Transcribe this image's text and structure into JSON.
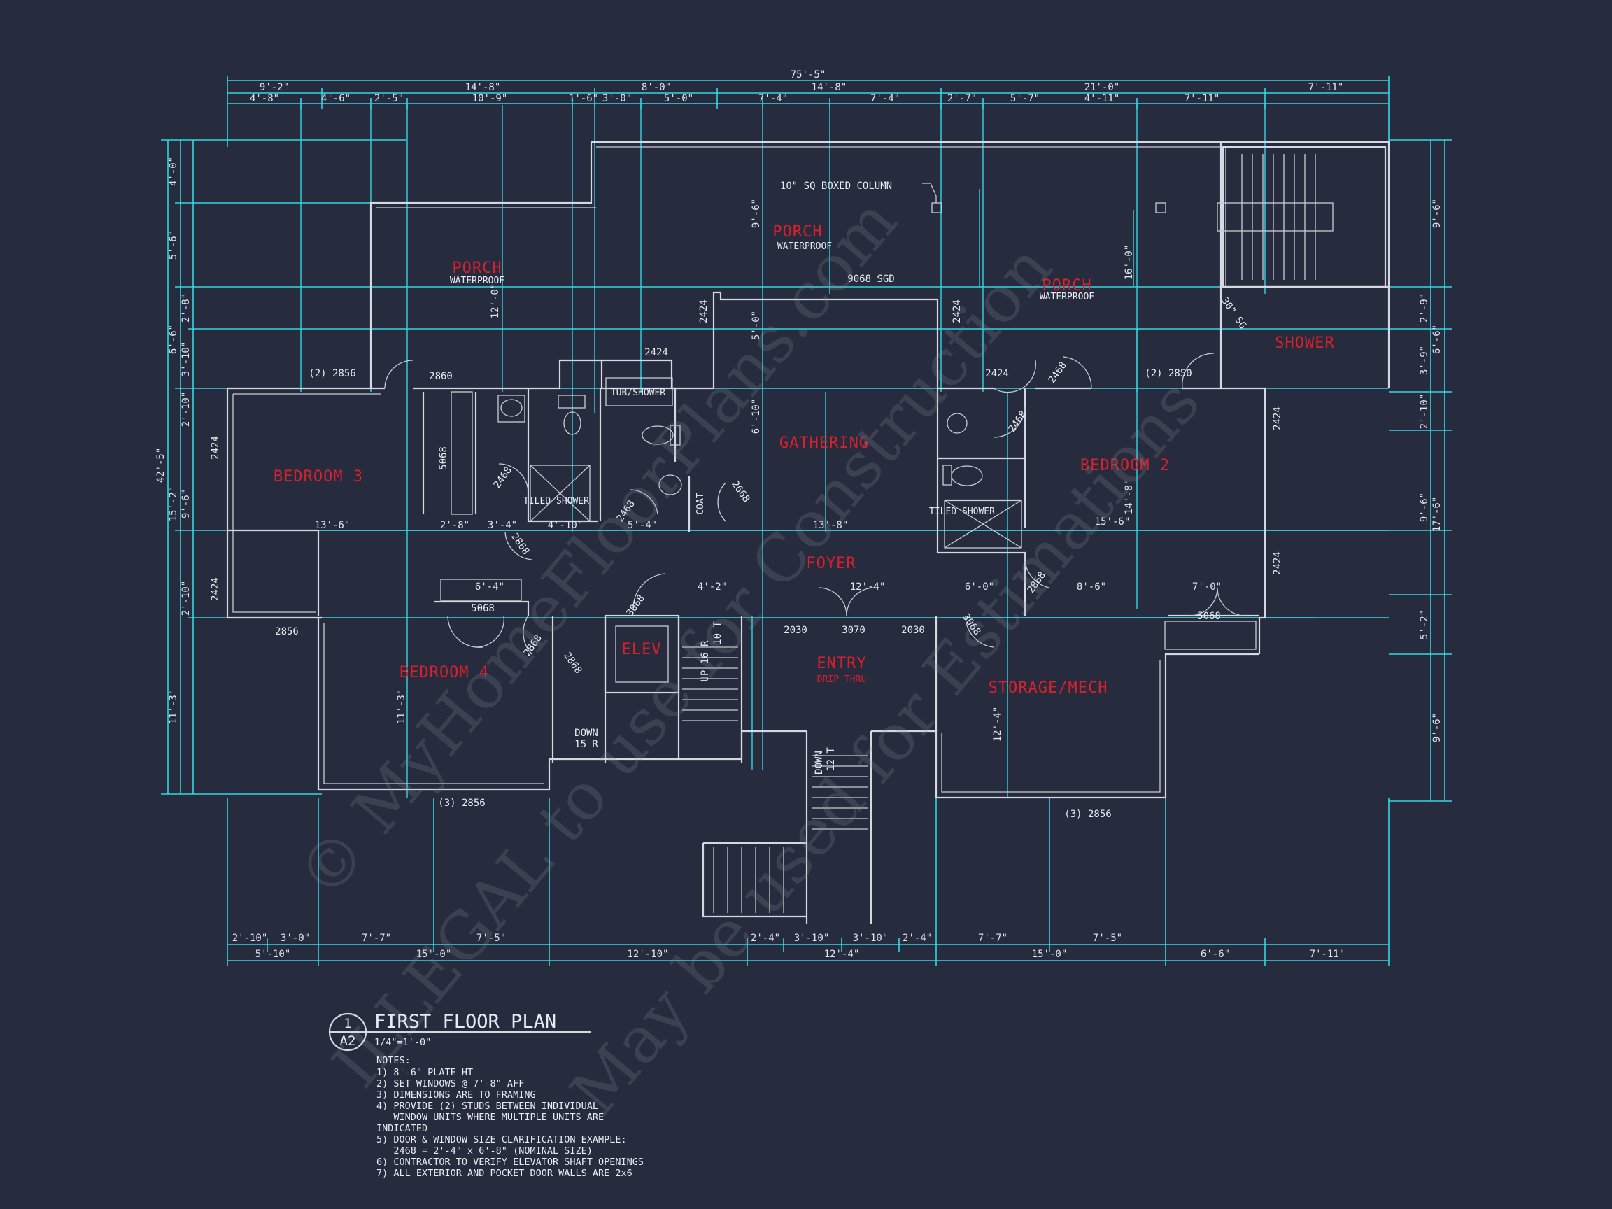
{
  "overall_dimension": "75'-5\"",
  "top_dims_row1": [
    "9'-2\"",
    "14'-8\"",
    "8'-0\"",
    "14'-8\"",
    "21'-0\"",
    "7'-11\""
  ],
  "top_dims_row2": [
    "4'-8\"",
    "4'-6\"",
    "2'-5\"",
    "10'-9\"",
    "1'-6\"",
    "3'-0\"",
    "5'-0\"",
    "7'-4\"",
    "7'-4\"",
    "2'-7\"",
    "5'-7\"",
    "4'-11\"",
    "7'-11\""
  ],
  "bottom_dims_row1": [
    "2'-10\"",
    "3'-0\"",
    "7'-7\"",
    "7'-5\"",
    "2'-4\"",
    "3'-10\"",
    "3'-10\"",
    "2'-4\"",
    "7'-7\"",
    "7'-5\""
  ],
  "bottom_dims_row2": [
    "5'-10\"",
    "15'-0\"",
    "12'-10\"",
    "12'-4\"",
    "15'-0\"",
    "6'-6\"",
    "7'-11\""
  ],
  "left_dims": [
    "4'-0\"",
    "5'-6\"",
    "2'-8\"",
    "6'-6\"",
    "3'-10\"",
    "2'-10\"",
    "15'-2\"",
    "9'-6\"",
    "2'-10\"",
    "11'-3\"",
    "42'-5\""
  ],
  "right_dims": [
    "9'-6\"",
    "2'-9\"",
    "6'-6\"",
    "3'-9\"",
    "2'-10\"",
    "9'-6\"",
    "17'-6\"",
    "5'-2\"",
    "9'-6\""
  ],
  "rooms": {
    "porch_left": "PORCH",
    "porch_center": "PORCH",
    "porch_right": "PORCH",
    "waterproof": "WATERPROOF",
    "shower": "SHOWER",
    "bedroom3": "BEDROOM 3",
    "bedroom2": "BEDROOM 2",
    "bedroom4": "BEDROOM 4",
    "gathering": "GATHERING",
    "foyer": "FOYER",
    "entry": "ENTRY",
    "drip_thru": "DRIP THRU",
    "elev": "ELEV",
    "storage": "STORAGE/MECH"
  },
  "labels": {
    "column_note": "10\" SQ BOXED COLUMN",
    "sgd": "9068 SGD",
    "tub_shower": "TUB/SHOWER",
    "tiled_shower": "TILED SHOWER",
    "coat": "COAT",
    "win_2856_pair": "(2) 2856",
    "win_2850_pair": "(2) 2850",
    "win_3_2856": "(3) 2856",
    "win_2424": "2424",
    "door_2860": "2860",
    "door_5068": "5068",
    "door_2468": "2468",
    "door_2668": "2668",
    "door_2868": "2868",
    "door_3068": "3068",
    "door_3070": "3070",
    "win_2030": "2030",
    "win_2856": "2856",
    "sgd_30": "30\" SG",
    "up": "UP 16 R",
    "up_sub": "10 T",
    "down_15": "DOWN",
    "down_15_sub": "15 R",
    "down_12": "DOWN",
    "down_12_sub": "12 T"
  },
  "inner_dims": {
    "d13_6": "13'-6\"",
    "d13_8": "13'-8\"",
    "d15_6": "15'-6\"",
    "d12_4": "12'-4\"",
    "d4_10": "4'-10\"",
    "d5_4": "5'-4\"",
    "d2_8": "2'-8\"",
    "d3_4": "3'-4\"",
    "d12_0": "12'-0\"",
    "d16_0": "16'-0\"",
    "d9_6": "9'-6\"",
    "d5_0": "5'-0\"",
    "d6_10": "6'-10\"",
    "d6_4": "6'-4\"",
    "d4_2": "4'-2\"",
    "d8_6": "8'-6\"",
    "d7_0": "7'-0\"",
    "d6_0": "6'-0\"",
    "d11_3": "11'-3\"",
    "d12_4b": "12'-4\"",
    "d14_8": "14'-8\""
  },
  "title_block": {
    "number": "1",
    "sheet": "A2",
    "title": "FIRST FLOOR PLAN",
    "scale": "1/4\"=1'-0\"",
    "notes_header": "NOTES:",
    "notes": [
      "1) 8'-6\" PLATE HT",
      "2) SET WINDOWS @ 7'-8\" AFF",
      "3) DIMENSIONS ARE TO FRAMING",
      "4) PROVIDE (2) STUDS BETWEEN INDIVIDUAL",
      "   WINDOW UNITS WHERE MULTIPLE UNITS ARE",
      "INDICATED",
      "5) DOOR & WINDOW SIZE CLARIFICATION EXAMPLE:",
      "   2468 = 2'-4\" x 6'-8\" (NOMINAL SIZE)",
      "6) CONTRACTOR TO VERIFY ELEVATOR SHAFT OPENINGS",
      "7) ALL EXTERIOR AND POCKET DOOR WALLS ARE 2x6"
    ]
  },
  "watermark": {
    "line1": "© MyHomeFloorPlans.com",
    "line2": "ILLEGAL to use for Construction",
    "line3": "May be used for Estimations"
  },
  "colors": {
    "background": "#262b3d",
    "dimension": "#33d6e0",
    "wall": "#d4d8e2",
    "room_label": "#d9202c"
  }
}
